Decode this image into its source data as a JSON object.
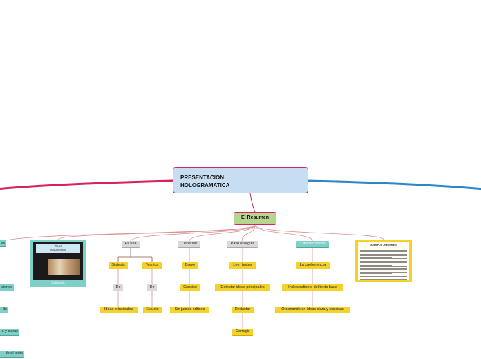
{
  "central_topic": {
    "label": "PRESENTACION\nHOLOGRAMATICA"
  },
  "main_topic": {
    "label": "El Resumen"
  },
  "branches": [
    {
      "label": "Es una",
      "style": "grey",
      "children": [
        {
          "label": "Síntesis",
          "children": [
            {
              "label": "De",
              "children": [
                {
                  "label": "Ideas principales"
                }
              ]
            }
          ]
        },
        {
          "label": "Tecnica",
          "children": [
            {
              "label": "De",
              "children": [
                {
                  "label": "Estudio"
                }
              ]
            }
          ]
        }
      ]
    },
    {
      "label": "Debe ser",
      "style": "grey",
      "children": [
        {
          "label": "Breve",
          "children": [
            {
              "label": "Conciso",
              "children": [
                {
                  "label": "Sin juicios críticos"
                }
              ]
            }
          ]
        }
      ]
    },
    {
      "label": "Paso a seguir",
      "style": "grey",
      "children": [
        {
          "label": "Leer textos",
          "children": [
            {
              "label": "Detectar ideas principales",
              "children": [
                {
                  "label": "Redactar",
                  "children": [
                    {
                      "label": "Corregir"
                    }
                  ]
                }
              ]
            }
          ]
        }
      ]
    },
    {
      "label": "Caracteristicas",
      "style": "teal",
      "children": [
        {
          "label": "La cueherencia",
          "children": [
            {
              "label": "Independiente del texto base",
              "children": [
                {
                  "label": "Ordenando en ideas clara y concisas"
                }
              ]
            }
          ]
        }
      ]
    }
  ],
  "left_partial_nodes": [
    "es",
    "ciones",
    "llo",
    "s y claras",
    "do el texto"
  ],
  "image_card": {
    "title": "Tipos\nresumenes",
    "caption": "Subtopic"
  },
  "document_card": {
    "heading": "EJEMPLO - RESUMEN"
  },
  "colors": {
    "left_branch": "#d4235e",
    "right_branch": "#2e86c8",
    "connector": "#d99090",
    "node_yellow": "#f5d22a",
    "node_teal": "#7dcfc7",
    "central_fill": "#c7def2",
    "main_fill": "#b6d690"
  }
}
